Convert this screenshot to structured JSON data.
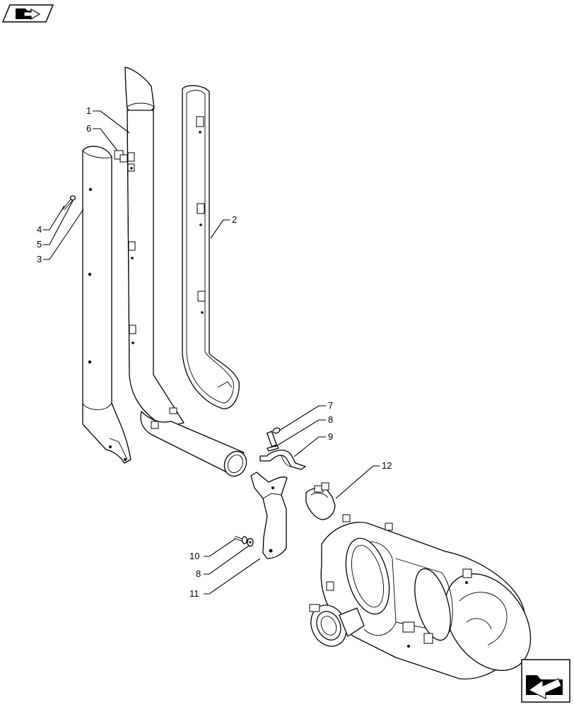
{
  "nav": {
    "top_icon": "folder-arrow-icon",
    "bottom_icon": "folder-arrow-icon"
  },
  "callouts": [
    {
      "id": "1",
      "label": "1"
    },
    {
      "id": "2",
      "label": "2"
    },
    {
      "id": "3",
      "label": "3"
    },
    {
      "id": "4",
      "label": "4"
    },
    {
      "id": "5",
      "label": "5"
    },
    {
      "id": "6",
      "label": "6"
    },
    {
      "id": "7",
      "label": "7"
    },
    {
      "id": "8a",
      "label": "8"
    },
    {
      "id": "8b",
      "label": "8"
    },
    {
      "id": "9",
      "label": "9"
    },
    {
      "id": "10",
      "label": "10"
    },
    {
      "id": "11",
      "label": "11"
    },
    {
      "id": "12",
      "label": "12"
    }
  ]
}
